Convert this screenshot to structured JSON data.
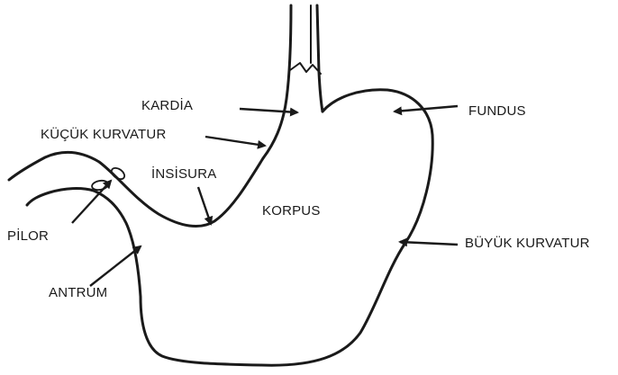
{
  "labels": {
    "kardia": "KARDİA",
    "kucuk_kurvatur": "KÜÇÜK KURVATUR",
    "insisura": "İNSİSURA",
    "korpus": "KORPUS",
    "fundus": "FUNDUS",
    "pilor": "PİLOR",
    "antrum": "ANTRUM",
    "buyuk_kurvatur": "BÜYÜK KURVATUR"
  },
  "colors": {
    "ink": "#1a1a1a",
    "background": "#ffffff"
  }
}
